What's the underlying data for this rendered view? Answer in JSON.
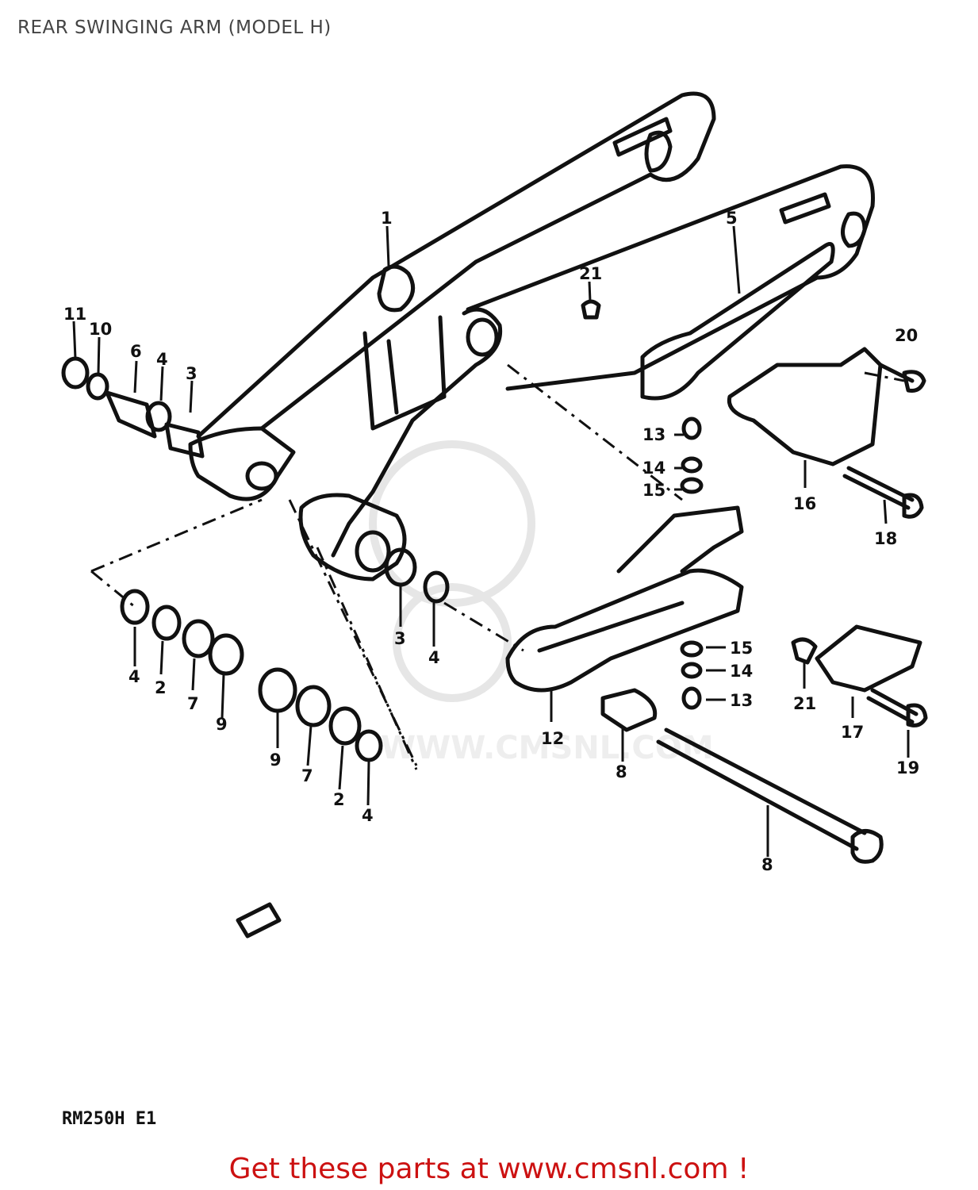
{
  "title": "REAR SWINGING ARM (MODEL H)",
  "model_code": "RM250H E1",
  "watermark": "WWW.CMSNL.COM",
  "footer_link": "Get these parts at www.cmsnl.com !",
  "accent_color": "#cc1111",
  "callouts": {
    "c1": "1",
    "c5": "5",
    "c21a": "21",
    "c11": "11",
    "c10": "10",
    "c6": "6",
    "c4a": "4",
    "c3a": "3",
    "c20": "20",
    "c13a": "13",
    "c14a": "14",
    "c15a": "15",
    "c16": "16",
    "c18": "18",
    "c3b": "3",
    "c4b": "4",
    "c4c": "4",
    "c2a": "2",
    "c7a": "7",
    "c9a": "9",
    "c15b": "15",
    "c14b": "14",
    "c13b": "13",
    "c21b": "21",
    "c17": "17",
    "c19": "19",
    "c12": "12",
    "c8": "8",
    "c9b": "9",
    "c7b": "7",
    "c2b": "2",
    "c4d": "4",
    "c8b": "8"
  }
}
